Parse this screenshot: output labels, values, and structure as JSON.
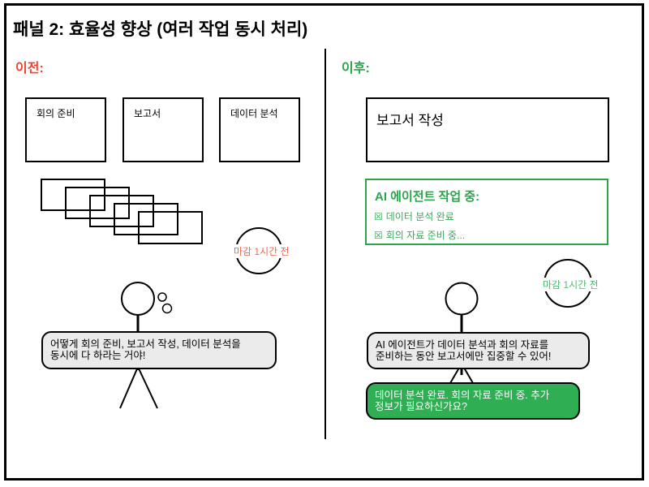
{
  "title": "패널 2: 효율성 향상 (여러 작업 동시 처리)",
  "colors": {
    "red_label": "#ee4330",
    "red_deadline": "#f2664f",
    "green": "#2aa34b",
    "green_items": "#3aa85c",
    "green_bubble": "#2fae54",
    "green_deadline": "#52bb72",
    "bubble_gray": "#ebebeb"
  },
  "before": {
    "label": "이전:",
    "tasks": [
      {
        "label": "회의 준비"
      },
      {
        "label": "보고서"
      },
      {
        "label": "데이터 분석"
      }
    ],
    "deadline": "마감 1시간 전",
    "speech": {
      "line1": "어떻게 회의 준비, 보고서 작성, 데이터 분석을",
      "line2": "동시에 다 하라는 거야!"
    }
  },
  "after": {
    "label": "이후:",
    "task": {
      "label": "보고서 작성"
    },
    "ai_status": {
      "header": "AI 에이전트 작업 중:",
      "items": [
        {
          "icon": "☒",
          "label": "데이터 분석 완료"
        },
        {
          "icon": "☒",
          "label": "회의 자료 준비 중..."
        }
      ]
    },
    "deadline": "마감 1시간 전",
    "speech": {
      "line1": "AI 에이전트가 데이터 분석과 회의 자료를",
      "line2": "준비하는 동안 보고서에만 집중할 수 있어!"
    },
    "ai_speech": {
      "line1": "데이터 분석 완료. 회의 자료 준비 중. 추가",
      "line2": "정보가 필요하신가요?"
    }
  }
}
